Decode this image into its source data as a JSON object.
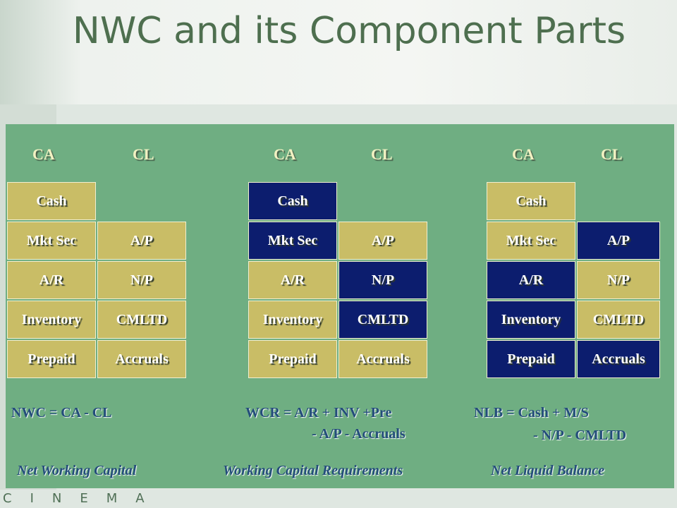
{
  "title": "NWC and its Component Parts",
  "colors": {
    "khaki_box": "#c9bd66",
    "navy_box": "#0c1d6e",
    "panel": "#6fae82",
    "title": "#4e6f4f"
  },
  "groups": [
    {
      "ca_header": "CA",
      "cl_header": "CL",
      "ca_items": [
        {
          "label": "Cash",
          "highlight": false
        },
        {
          "label": "Mkt Sec",
          "highlight": false
        },
        {
          "label": "A/R",
          "highlight": false
        },
        {
          "label": "Inventory",
          "highlight": false
        },
        {
          "label": "Prepaid",
          "highlight": false
        }
      ],
      "cl_items": [
        {
          "label": "A/P",
          "highlight": false
        },
        {
          "label": "N/P",
          "highlight": false
        },
        {
          "label": "CMLTD",
          "highlight": false
        },
        {
          "label": "Accruals",
          "highlight": false
        }
      ],
      "formula_line1": "NWC = CA - CL",
      "formula_line2": "",
      "caption": "Net Working Capital"
    },
    {
      "ca_header": "CA",
      "cl_header": "CL",
      "ca_items": [
        {
          "label": "Cash",
          "highlight": true
        },
        {
          "label": "Mkt Sec",
          "highlight": true
        },
        {
          "label": "A/R",
          "highlight": false
        },
        {
          "label": "Inventory",
          "highlight": false
        },
        {
          "label": "Prepaid",
          "highlight": false
        }
      ],
      "cl_items": [
        {
          "label": "A/P",
          "highlight": false
        },
        {
          "label": "N/P",
          "highlight": true
        },
        {
          "label": "CMLTD",
          "highlight": true
        },
        {
          "label": "Accruals",
          "highlight": false
        }
      ],
      "formula_line1": "WCR = A/R + INV +Pre",
      "formula_line2": "- A/P  - Accruals",
      "caption": "Working Capital Requirements"
    },
    {
      "ca_header": "CA",
      "cl_header": "CL",
      "ca_items": [
        {
          "label": "Cash",
          "highlight": false
        },
        {
          "label": "Mkt Sec",
          "highlight": false
        },
        {
          "label": "A/R",
          "highlight": true
        },
        {
          "label": "Inventory",
          "highlight": true
        },
        {
          "label": "Prepaid",
          "highlight": true
        }
      ],
      "cl_items": [
        {
          "label": "A/P",
          "highlight": true
        },
        {
          "label": "N/P",
          "highlight": false
        },
        {
          "label": "CMLTD",
          "highlight": false
        },
        {
          "label": "Accruals",
          "highlight": true
        }
      ],
      "formula_line1": "NLB = Cash + M/S",
      "formula_line2": "- N/P - CMLTD",
      "caption": "Net Liquid Balance"
    }
  ],
  "logo": "CINEMA"
}
